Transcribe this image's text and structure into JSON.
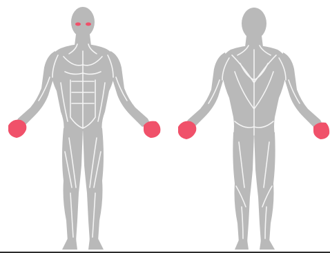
{
  "colors": {
    "body_fill": "#b9b9b9",
    "muscle_line": "#f4f4f4",
    "highlight": "#f0516a",
    "background": "#ffffff",
    "ground": "#2b2b2b"
  },
  "highlighted_regions": [
    "eyes",
    "front-left-hand",
    "front-right-hand",
    "back-left-hand",
    "back-right-hand"
  ],
  "views": [
    "front",
    "back"
  ]
}
